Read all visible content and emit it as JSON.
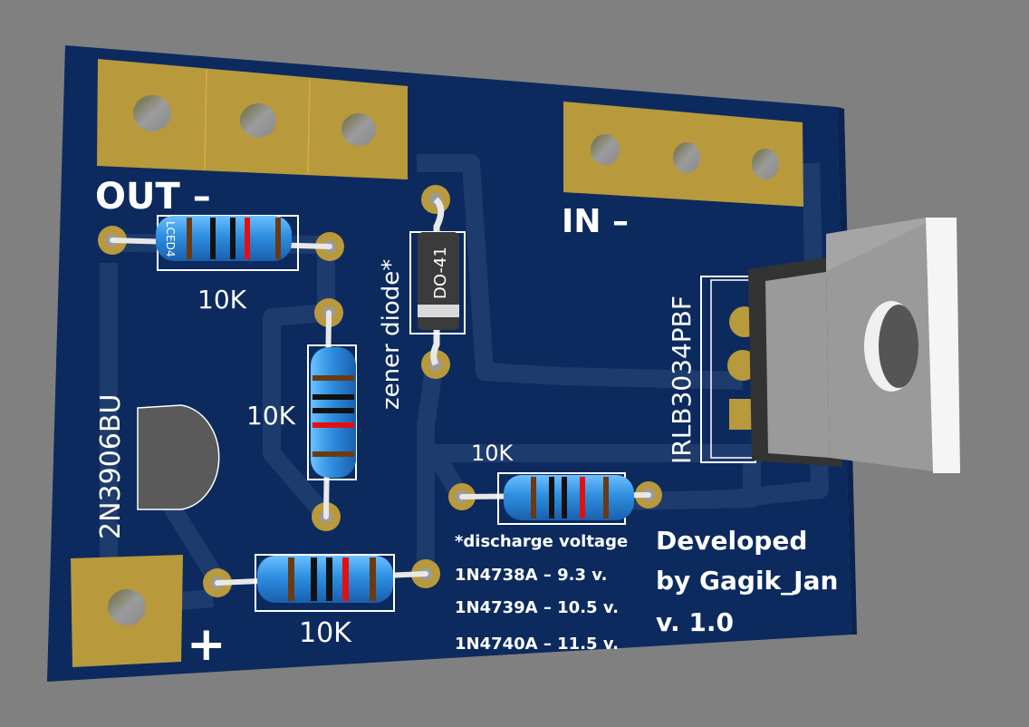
{
  "board": {
    "colors": {
      "background": "#808080",
      "pcb": "#0c2a5e",
      "trace": "#1d3b6d",
      "copper": "#b8993b",
      "silkscreen": "#ffffff",
      "resistor_body": "#2e8fe0",
      "diode_body": "#3b3b3b",
      "transistor_body": "#5a5a5a",
      "heatsink": "#9a9a9a"
    },
    "labels": {
      "out_minus": "OUT –",
      "in_minus": "IN –",
      "plus": "+",
      "zener": "zener diode*",
      "diode_package": "DO-41",
      "transistor": "2N3906BU",
      "mosfet": "IRLB3034PBF",
      "resistor_marking": "LCED4"
    },
    "resistors": [
      {
        "id": "R1",
        "value": "10K",
        "bands": [
          "#6b3a12",
          "#111111",
          "#111111",
          "#e21010",
          "#6b3a12"
        ]
      },
      {
        "id": "R2",
        "value": "10K",
        "bands": [
          "#6b3a12",
          "#111111",
          "#111111",
          "#e21010",
          "#6b3a12"
        ]
      },
      {
        "id": "R3",
        "value": "10K",
        "bands": [
          "#6b3a12",
          "#111111",
          "#111111",
          "#e21010",
          "#6b3a12"
        ]
      },
      {
        "id": "R4",
        "value": "10K",
        "bands": [
          "#6b3a12",
          "#111111",
          "#111111",
          "#e21010",
          "#6b3a12"
        ]
      }
    ],
    "notes": {
      "title": "*discharge voltage",
      "rows": [
        "1N4738A – 9.3 v.",
        "1N4739A – 10.5 v.",
        "1N4740A – 11.5 v."
      ]
    },
    "credits": {
      "line1": "Developed",
      "line2": "by Gagik_Jan",
      "line3": "v. 1.0"
    }
  }
}
